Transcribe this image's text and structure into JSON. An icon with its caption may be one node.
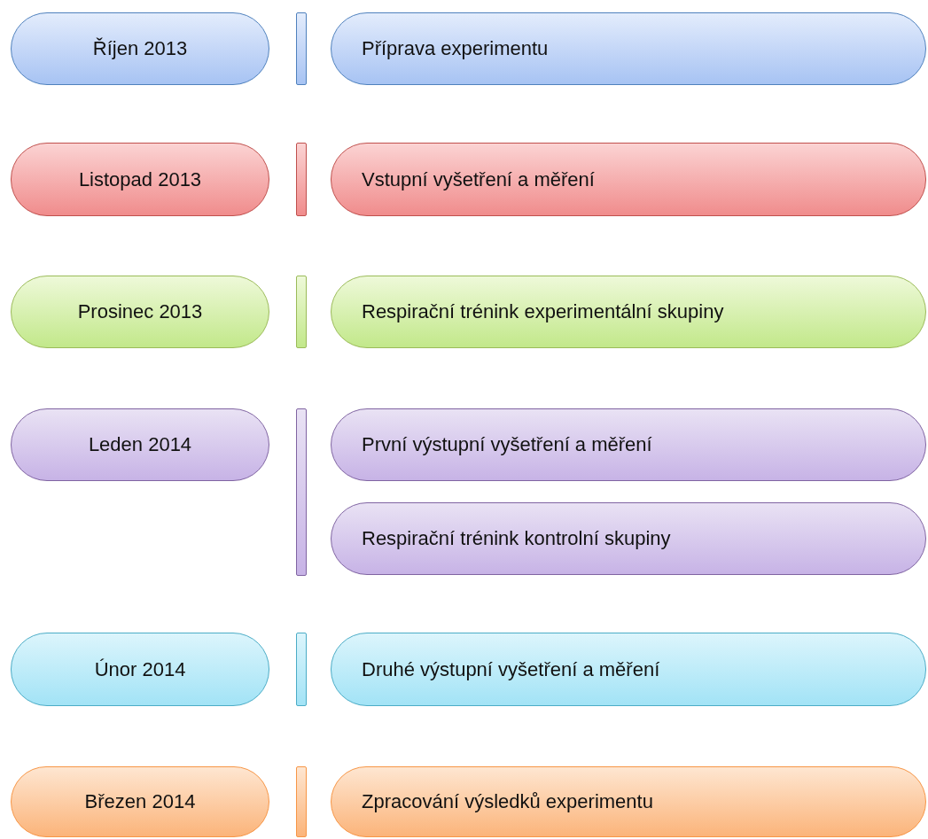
{
  "diagram": {
    "nodes": [
      {
        "text": [
          "Říjen 2013"
        ]
      },
      {
        "text": [
          "Příprava experimentu"
        ]
      },
      {
        "text": [
          "Listopad 2013"
        ]
      },
      {
        "text": [
          "Vstupní vyšetření a měření"
        ]
      },
      {
        "text": [
          "Prosinec 2013"
        ]
      },
      {
        "text": [
          "Respirační trénink experimentální skupiny"
        ]
      },
      {
        "text": [
          "Leden 2014"
        ]
      },
      {
        "text": [
          "První výstupní vyšetření a měření"
        ]
      },
      {
        "text": [
          "Respirační trénink kontrolní skupiny"
        ]
      },
      {
        "text": [
          "Únor 2014"
        ]
      },
      {
        "text": [
          "Druhé výstupní vyšetření a měření"
        ]
      },
      {
        "text": [
          "Březen 2014"
        ]
      },
      {
        "text": [
          "Zpracování výsledků experimentu"
        ]
      }
    ]
  }
}
